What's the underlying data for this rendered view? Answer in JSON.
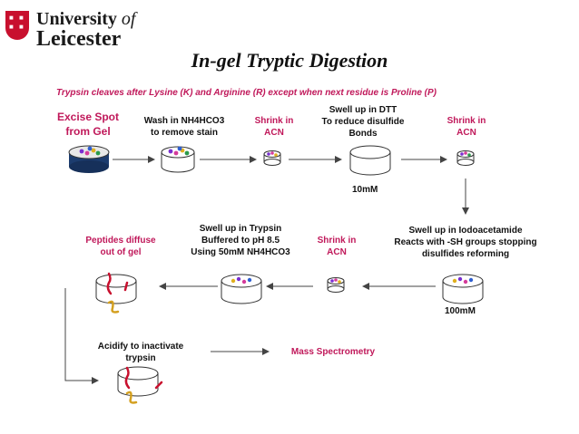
{
  "logo": {
    "line1": "University",
    "line1_of": "of",
    "line2": "Leicester"
  },
  "title": "In-gel Tryptic Digestion",
  "subtitle": "Trypsin cleaves after Lysine (K) and Arginine (R) except when next residue is Proline (P)",
  "steps": {
    "excise": {
      "line1": "Excise Spot",
      "line2": "from Gel"
    },
    "wash": {
      "line1": "Wash in NH4HCO3",
      "line2": "to remove stain"
    },
    "shrink1": {
      "line1": "Shrink in",
      "line2": "ACN"
    },
    "dtt": {
      "line1": "Swell up in DTT",
      "line2": "To reduce disulfide",
      "line3": "Bonds",
      "conc": "10mM"
    },
    "shrink2": {
      "line1": "Shrink in",
      "line2": "ACN"
    },
    "iodo": {
      "line1": "Swell up in Iodoacetamide",
      "line2": "Reacts with -SH groups stopping",
      "line3": "disulfides reforming",
      "conc": "100mM"
    },
    "shrink3": {
      "line1": "Shrink in",
      "line2": "ACN"
    },
    "trypsin": {
      "line1": "Swell up in Trypsin",
      "line2": "Buffered to pH 8.5",
      "line3": "Using 50mM NH4HCO3"
    },
    "peptides": {
      "line1": "Peptides diffuse",
      "line2": "out of gel"
    },
    "acidify": {
      "line1": "Acidify to inactivate",
      "line2": "trypsin"
    },
    "ms": {
      "label": "Mass Spectrometry"
    }
  },
  "colors": {
    "accent": "#c0185a",
    "brand": "#c8102e",
    "gel_top": "#e8e8e8",
    "gel_dark": "#1c3c6e",
    "dots": [
      "#7a2fd0",
      "#d43a9a",
      "#e0b020",
      "#2a9a4a",
      "#2f5fd0"
    ]
  }
}
